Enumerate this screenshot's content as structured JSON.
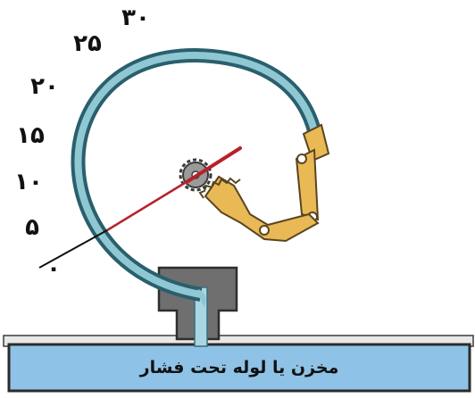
{
  "scale": {
    "labels": [
      "۰",
      "۵",
      "۱۰",
      "۱۵",
      "۲۰",
      "۲۵",
      "۳۰"
    ]
  },
  "caption": "مخزن یا لوله تحت فشار",
  "colors": {
    "tube_outer": "#2d6f7f",
    "tube_inner": "#8fc7d2",
    "housing": "#6f6f6f",
    "fluid_channel": "#a9d6e3",
    "tank_fill": "#8ec2e6",
    "linkage": "#e8b955",
    "gear": "#9a9a9a",
    "pointer_red": "#b8202a",
    "pointer_tail": "#111111"
  }
}
